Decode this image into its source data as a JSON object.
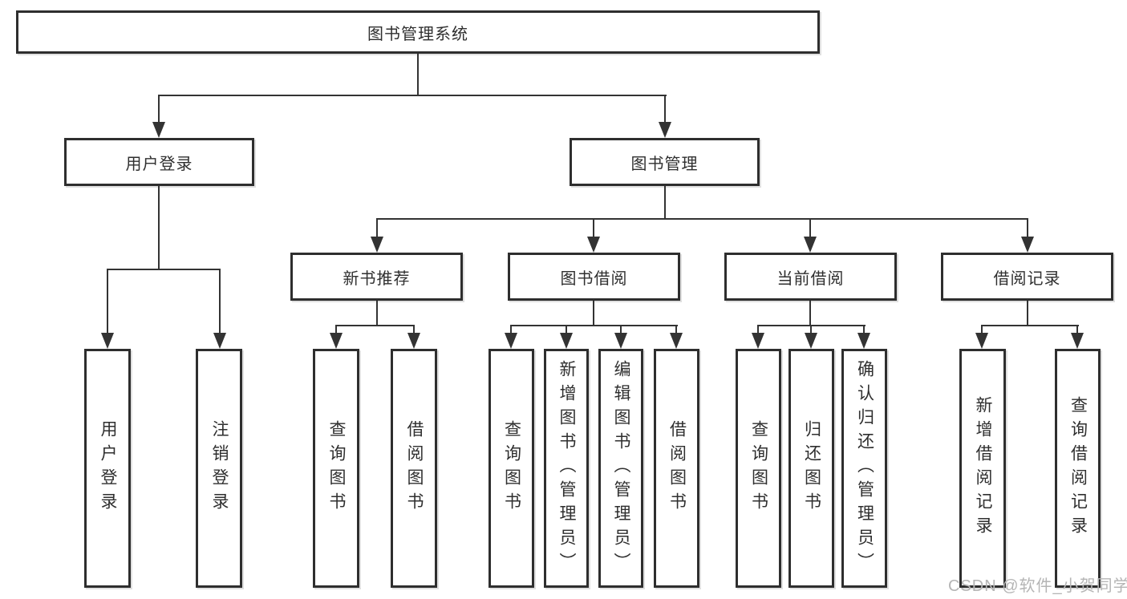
{
  "tree": {
    "root": "图书管理系统",
    "children": [
      {
        "label": "用户登录",
        "children": [
          "用户登录",
          "注销登录"
        ]
      },
      {
        "label": "图书管理",
        "children": [
          {
            "label": "新书推荐",
            "children": [
              "查询图书",
              "借阅图书"
            ]
          },
          {
            "label": "图书借阅",
            "children": [
              "查询图书",
              "新增图书（管理员）",
              "编辑图书（管理员）",
              "借阅图书"
            ]
          },
          {
            "label": "当前借阅",
            "children": [
              "查询图书",
              "归还图书",
              "确认归还（管理员）"
            ]
          },
          {
            "label": "借阅记录",
            "children": [
              "新增借阅记录",
              "查询借阅记录"
            ]
          }
        ]
      }
    ]
  },
  "watermark": {
    "text": "CSDN @软件_小贺同学"
  },
  "colors": {
    "line": "#333333",
    "border": "#2e2e2e",
    "text": "#2f2f2f",
    "watermark": "#b5b5b5",
    "background": "#ffffff"
  }
}
